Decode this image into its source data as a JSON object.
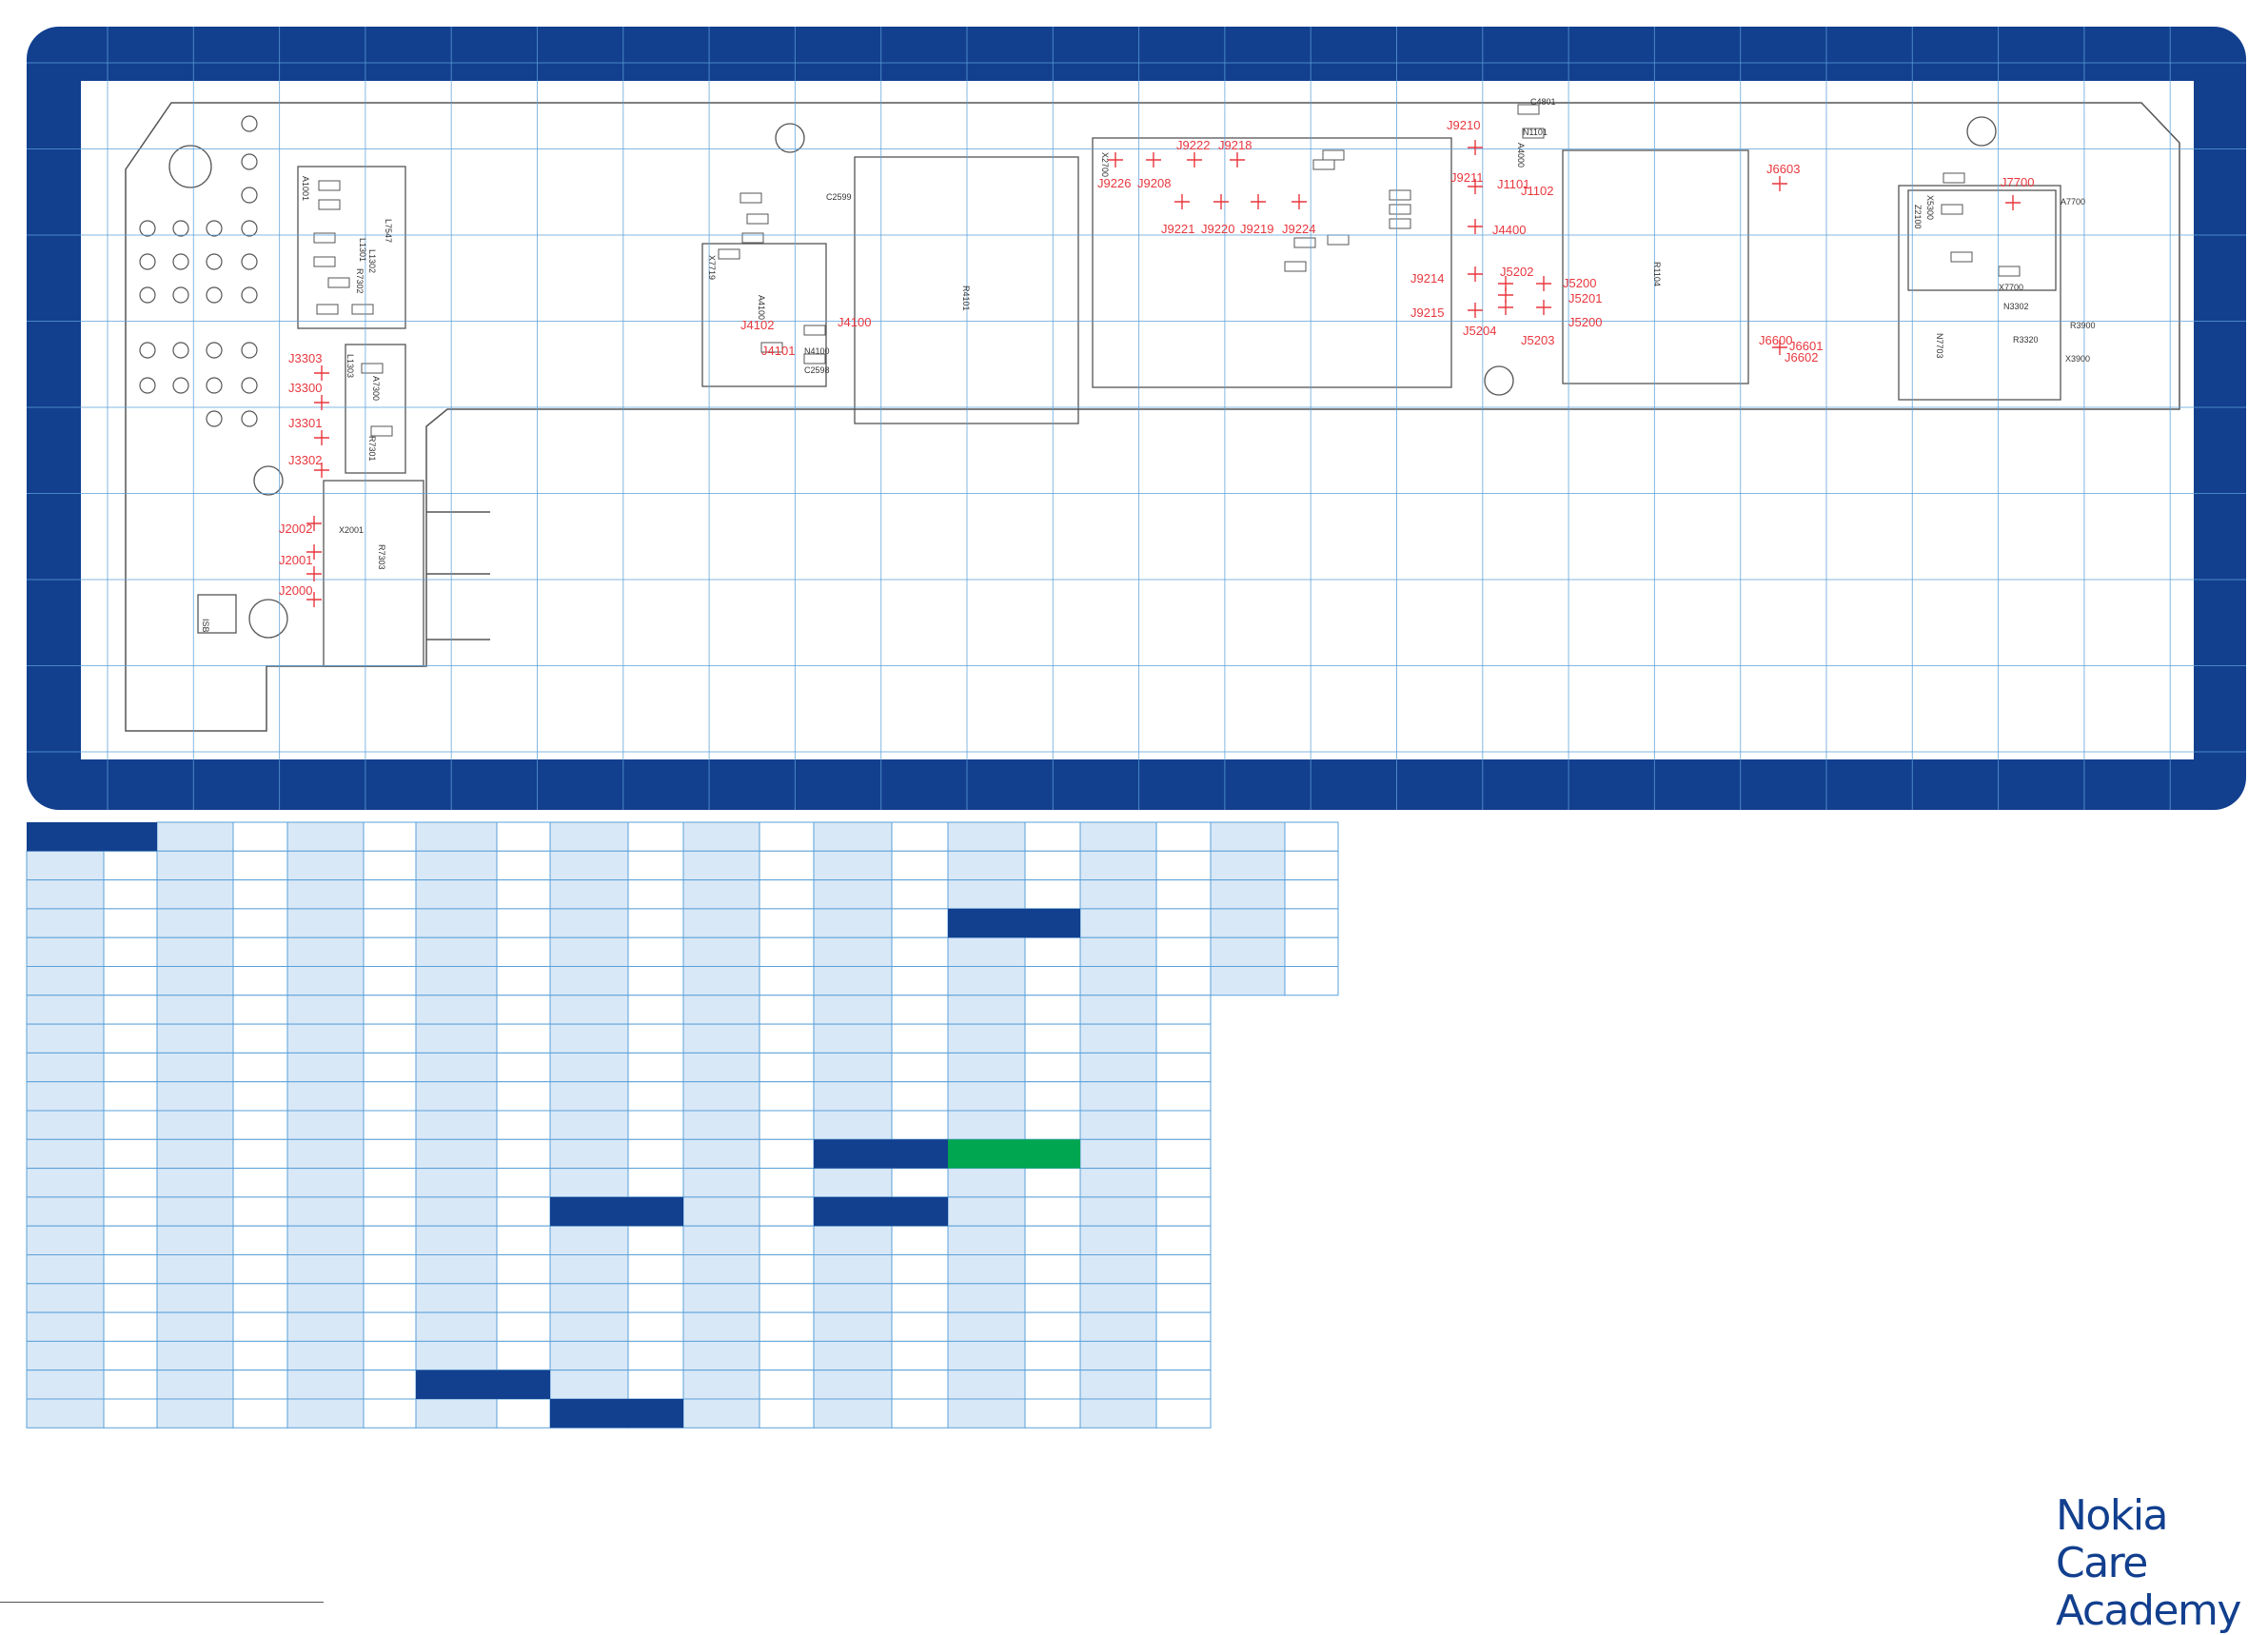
{
  "brand": {
    "line1": "Nokia Care",
    "line2": "Academy"
  },
  "colors": {
    "frame": "#123f8e",
    "grid": "#5aa0d8",
    "cell_light": "#d9e8f7",
    "cell_white": "#ffffff",
    "marker": "#e8373e",
    "outline": "#555555",
    "highlight_blue": "#123f8e",
    "highlight_green": "#00a650"
  },
  "components": [
    "A1001",
    "L1301",
    "L1302",
    "L7547",
    "R7302",
    "L1303",
    "A7300",
    "R7301",
    "R7303",
    "X2001",
    "ISB",
    "X7719",
    "A4100",
    "N4100",
    "C2598",
    "C2599",
    "R4101",
    "X2700",
    "A4000",
    "C4801",
    "N1101",
    "R1104",
    "Z2100",
    "X5300",
    "A7700",
    "N7703",
    "X7700",
    "N3302",
    "R3320",
    "R3900",
    "X3900"
  ],
  "test_points": [
    "J3303",
    "J3300",
    "J3301",
    "J3302",
    "J2002",
    "J2001",
    "J2000",
    "J4102",
    "J4101",
    "J4100",
    "J9226",
    "J9208",
    "J9222",
    "J9218",
    "J9221",
    "J9220",
    "J9219",
    "J9224",
    "J9210",
    "J9211",
    "J1101",
    "J1102",
    "J4400",
    "J9214",
    "J5202",
    "J5200",
    "J5201",
    "J9215",
    "J5204",
    "J5203",
    "J5200",
    "J6603",
    "J6600",
    "J6601",
    "J6602",
    "J7700"
  ]
}
